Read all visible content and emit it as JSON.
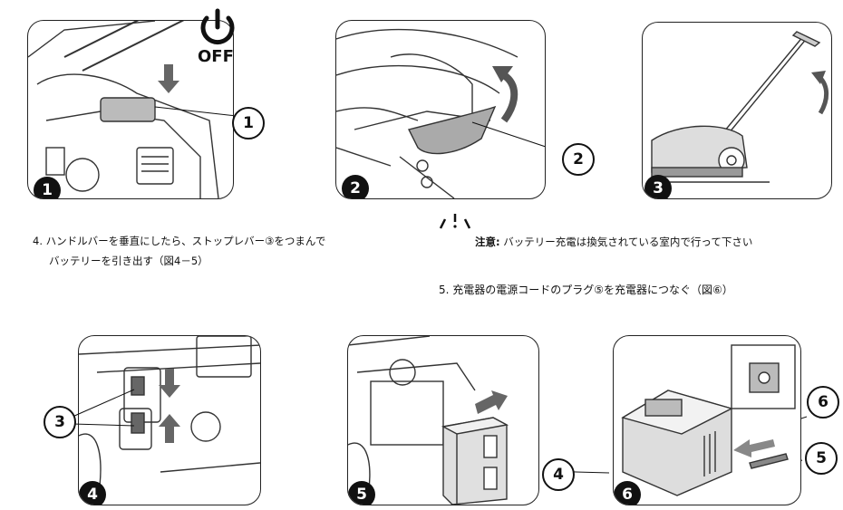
{
  "panels": [
    {
      "step": "1",
      "callouts": [
        "1"
      ],
      "power_label": "OFF"
    },
    {
      "step": "2",
      "callouts": [
        "2"
      ]
    },
    {
      "step": "3",
      "callouts": []
    },
    {
      "step": "4",
      "callouts": [
        "3"
      ]
    },
    {
      "step": "5",
      "callouts": [
        "4"
      ]
    },
    {
      "step": "6",
      "callouts": [
        "6",
        "5"
      ]
    }
  ],
  "instructions": {
    "step4_line1": "4.  ハンドルバーを垂直にしたら、ストップレバー③をつまんで",
    "step4_line2": "バッテリーを引き出す（図4－5）",
    "note_label": "注意:",
    "note_text": " バッテリー充電は換気されている室内で行って下さい",
    "step5": "5.  充電器の電源コードのプラグ⑤を充電器につなぐ（図⑥）"
  },
  "icons": [
    "power-icon",
    "warning-icon",
    "arrow-down-icon",
    "arrow-up-icon",
    "arrow-right-icon",
    "curved-arrow-icon"
  ]
}
